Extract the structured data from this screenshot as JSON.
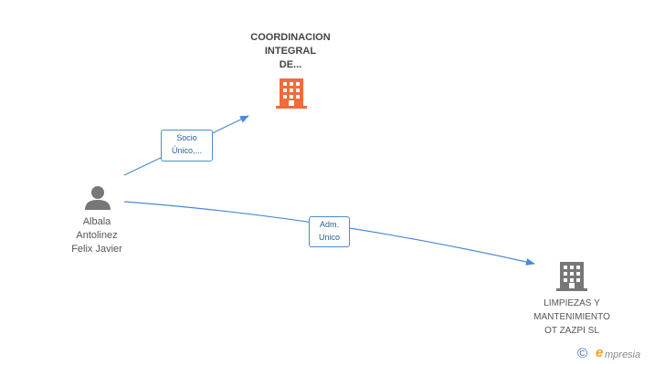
{
  "nodes": {
    "coordinacion": {
      "label_lines": [
        "COORDINACION",
        "INTEGRAL",
        "DE..."
      ],
      "color": "#f26b38",
      "icon": "building-icon"
    },
    "person": {
      "label_lines": [
        "Albala",
        "Antolinez",
        "Felix Javier"
      ],
      "color": "#777777",
      "icon": "person-icon"
    },
    "limpiezas": {
      "label_lines": [
        "LIMPIEZAS Y",
        "MANTENIMIENTO",
        "OT ZAZPI  SL"
      ],
      "color": "#777777",
      "icon": "building-icon"
    }
  },
  "edges": {
    "socio": {
      "label_lines": [
        "Socio",
        "Único,..."
      ],
      "color": "#4a8ad8"
    },
    "adm": {
      "label_lines": [
        "Adm.",
        "Unico"
      ],
      "color": "#4a8ad8"
    }
  },
  "brand": {
    "copyright_symbol": "©",
    "letter": "e",
    "name": "mpresia"
  }
}
